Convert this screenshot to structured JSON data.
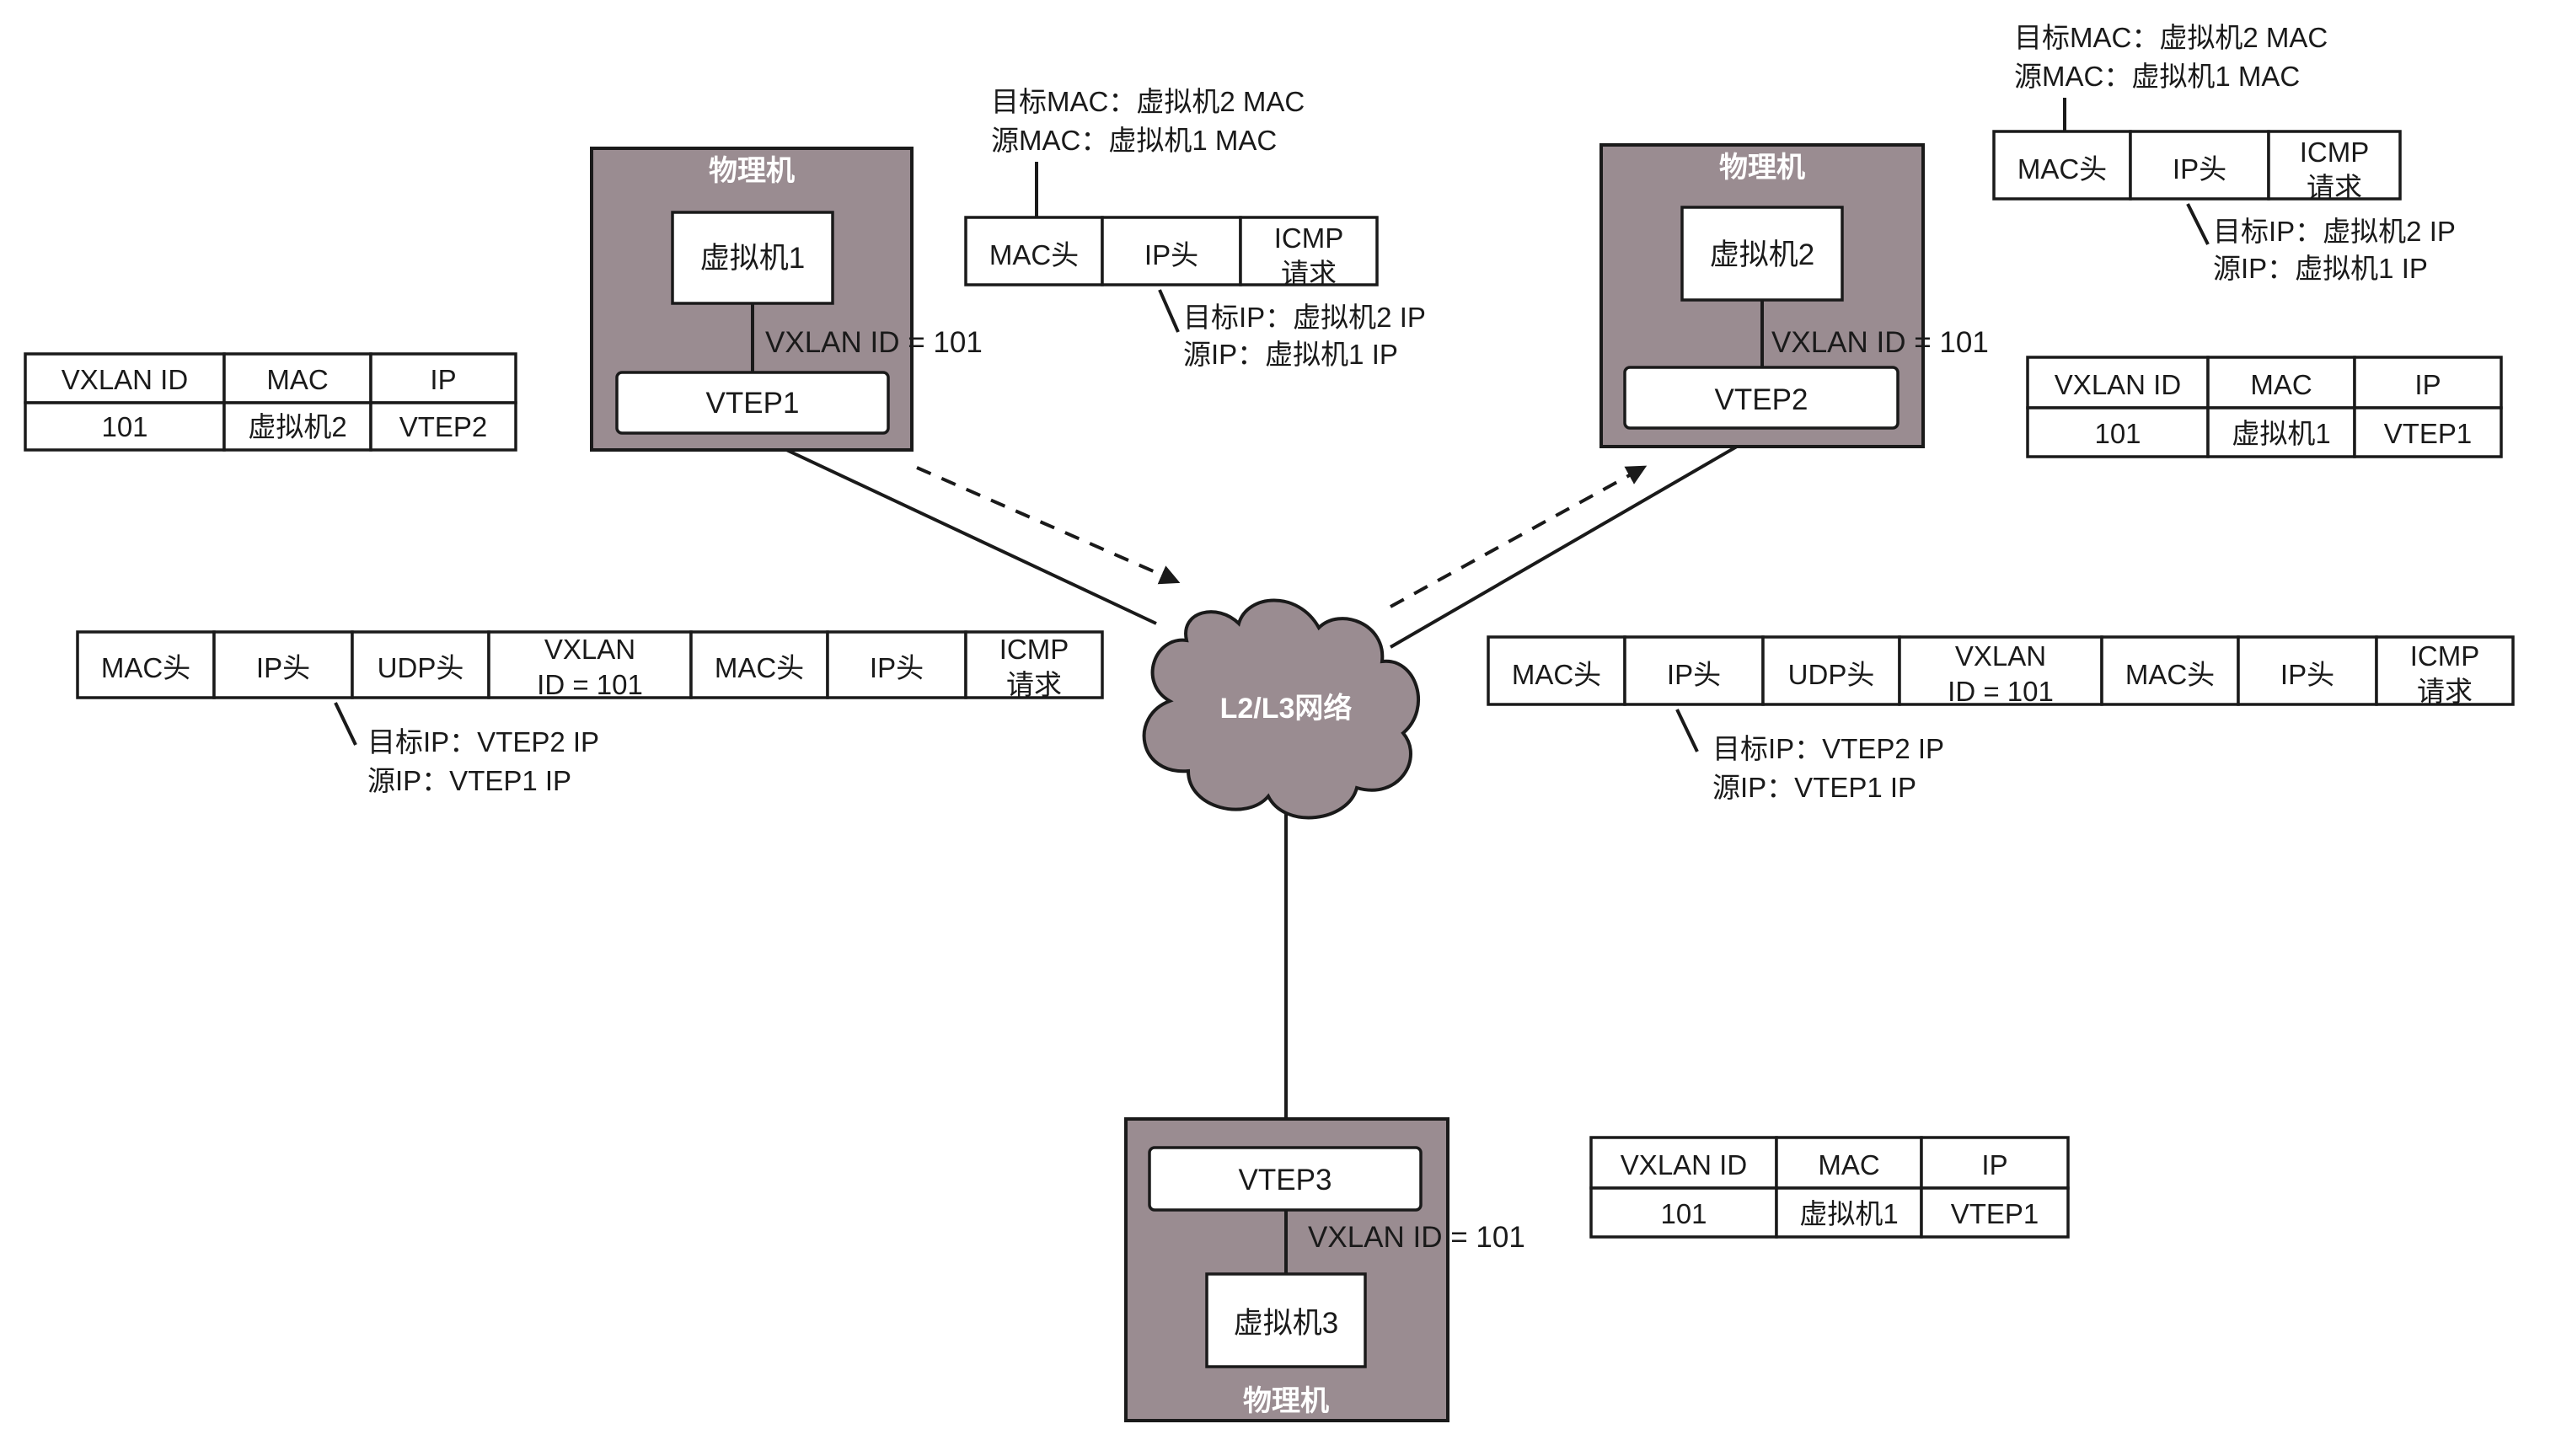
{
  "hosts": {
    "label": "物理机",
    "host1": {
      "vm": "虚拟机1",
      "vtep": "VTEP1",
      "vxlan": "VXLAN ID = 101"
    },
    "host2": {
      "vm": "虚拟机2",
      "vtep": "VTEP2",
      "vxlan": "VXLAN ID = 101"
    },
    "host3": {
      "vm": "虚拟机3",
      "vtep": "VTEP3",
      "vxlan": "VXLAN ID = 101"
    }
  },
  "network": {
    "label": "L2/L3网络"
  },
  "inner_packet_left": {
    "cells": [
      "MAC头",
      "IP头",
      "ICMP",
      "请求"
    ],
    "mac_note": [
      "目标MAC：虚拟机2 MAC",
      "源MAC：虚拟机1 MAC"
    ],
    "ip_note": [
      "目标IP：虚拟机2 IP",
      "源IP：虚拟机1 IP"
    ]
  },
  "inner_packet_right": {
    "cells": [
      "MAC头",
      "IP头",
      "ICMP",
      "请求"
    ],
    "mac_note": [
      "目标MAC：虚拟机2 MAC",
      "源MAC：虚拟机1 MAC"
    ],
    "ip_note": [
      "目标IP：虚拟机2 IP",
      "源IP：虚拟机1 IP"
    ]
  },
  "outer_packet_left": {
    "cells": [
      "MAC头",
      "IP头",
      "UDP头",
      "VXLAN",
      "ID = 101",
      "MAC头",
      "IP头",
      "ICMP",
      "请求"
    ],
    "ip_note": [
      "目标IP：VTEP2 IP",
      "源IP：VTEP1 IP"
    ]
  },
  "outer_packet_right": {
    "cells": [
      "MAC头",
      "IP头",
      "UDP头",
      "VXLAN",
      "ID = 101",
      "MAC头",
      "IP头",
      "ICMP",
      "请求"
    ],
    "ip_note": [
      "目标IP：VTEP2 IP",
      "源IP：VTEP1 IP"
    ]
  },
  "tables": {
    "header": [
      "VXLAN ID",
      "MAC",
      "IP"
    ],
    "table1_row": [
      "101",
      "虚拟机2",
      "VTEP2"
    ],
    "table2_row": [
      "101",
      "虚拟机1",
      "VTEP1"
    ],
    "table3_row": [
      "101",
      "虚拟机1",
      "VTEP1"
    ]
  }
}
